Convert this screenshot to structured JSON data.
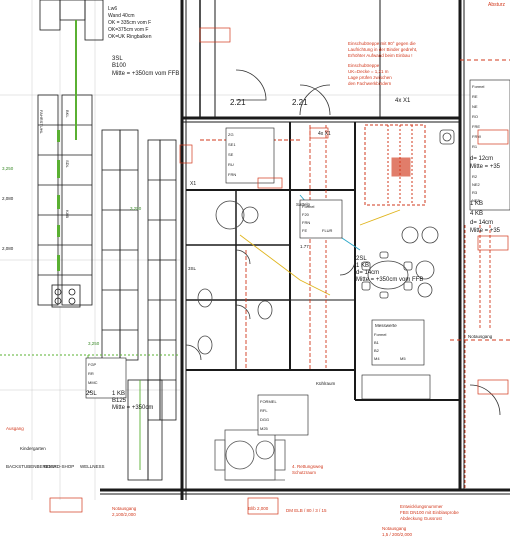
{
  "colors": {
    "wall": "#1a1a1a",
    "annotation_red": "#d2381c",
    "annotation_orange": "#e0701e",
    "duct_green": "#5ab032",
    "hatch_gray": "#9a9a9a",
    "cyan_line": "#2aa6c8"
  },
  "notes": {
    "top_left_specs": [
      "Lw6",
      "Wand 40cm",
      "OK = 335cm vom F",
      "OK=375cm vom F",
      "OK=UK Ringbalken"
    ],
    "brand": "3SL",
    "brand_size": "B100",
    "mitte_left": "Mitte = +350cm vom FFB",
    "dim_221": "2.21",
    "dim_223": "2.21",
    "dim_4x": "4x X1",
    "red_top_right": "Absturz",
    "red_mid_1": "Einschubtreppe mit 90° gegen die",
    "red_mid_2": "Laufrichtung in der Binder gedreht,",
    "red_mid_3": "Erhöhter Aufwand beim Einbau !",
    "red_mid_4": "Einschubtreppe",
    "red_mid_5": "UK=Decke = 1,21 m",
    "red_mid_6": "Lage prüfen zwischen",
    "red_mid_7": "den Fachwerkbindern",
    "right_size_1": "d= 12cm",
    "right_mitte_1": "Mitte = +35",
    "right_size_2": "d= 14cm",
    "right_mitte_2": "Mitte = +35",
    "kb_1": "1 KB",
    "kb_2": "4 KB",
    "center_label_2sl": "2SL",
    "center_kb": "1 KB",
    "center_d": "d= 14cm",
    "center_mitte": "Mitte = +350cm vom FFB",
    "center_red_box": "Sattelp",
    "left_mid_brand": "2SL",
    "left_mid_kb": "1 KB",
    "left_mid_size": "B125",
    "left_mid_mitte": "Mitte = +350cm",
    "left_green_1": "3,250",
    "left_green_2": "3,250",
    "left_green_3": "3,250",
    "ax_left": "2,080",
    "ax_left_2": "2,080",
    "bottom_sectors": [
      "BACKSTUBENBEREICH",
      "BOARD-SHOP",
      "WELLNESS"
    ],
    "bottom_left_label": "Kindergarten",
    "bottom_left_red": "Ausgang",
    "bottom_mid_red_1": "Notausgang",
    "bottom_mid_red_2": "2,100/2,000",
    "bottom_center_red": "Bl/b 2,000",
    "bottom_center_2": "DM ELB / 80 / 3 / 15",
    "bottom_right_red_1": "Entwicklungsnummer",
    "bottom_right_red_2": "FBS DN100 mit Einblasprobe",
    "bottom_right_red_3": "Abdeckung Gussrost",
    "bottom_right_red_4": "Notausgang",
    "bottom_right_small": "1,5 / 200/2,000",
    "right_notausgang": "Notausgang",
    "mid_small_1": "4. Rettungsweg",
    "mid_small_2": "Schutzraum",
    "center_4x": "4x X1",
    "fl_label_kuehl": "Kühlraum",
    "left_mid_x1": "X1",
    "small_top_center": "3SL",
    "center_bottom_table_title": "Messwerte",
    "dims_line": "1.77",
    "tableA_rows": [
      "ZG",
      "SE1",
      "SE",
      "RU",
      "FRN"
    ],
    "tableB_rows": [
      "Formel",
      "RE",
      "NE",
      "RO",
      "FRE",
      "FRW",
      "R1",
      "R2",
      "NE2",
      "R3",
      "NE3"
    ],
    "tableC_rows": [
      "Formel",
      "B1",
      "B2",
      "M4",
      "M5"
    ],
    "tableD_rows": [
      "FORMEL",
      "RFL",
      "DGG",
      "M25"
    ],
    "tableE_rows": [
      "Formel",
      "F20",
      "FRN",
      "FE",
      "FLUR"
    ],
    "tableF_rows": [
      "FGP",
      "RR",
      "MMC",
      "M"
    ],
    "left_table_rows": [
      "FAHRSTUHL",
      "BKL",
      "SDL",
      "KAB"
    ]
  }
}
